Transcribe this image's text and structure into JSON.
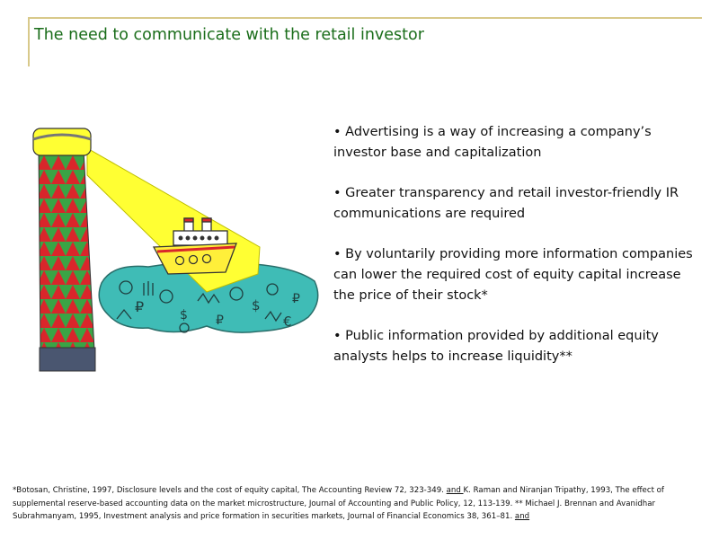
{
  "slide": {
    "title": "The need to communicate with the retail investor",
    "bullets": [
      "• Advertising is a way of increasing a company’s investor base and capitalization",
      "• Greater transparency and retail investor-friendly IR communications are required",
      "• By voluntarily providing more information companies can lower the required cost of equity capital increase the price of their stock*",
      "• Public information provided by additional equity analysts helps to increase liquidity**"
    ],
    "footnote": {
      "part1": "*Botosan, Christine, 1997, Disclosure levels and the cost of equity capital, The Accounting Review 72, 323-349. ",
      "and1": "and ",
      "part2": "K. Raman and Niranjan Tripathy, 1993, The effect of supplemental reserve-based accounting data on the market microstructure, Journal of Accounting and Public Policy, 12, 113-139. **  Michael J. Brennan and Avanidhar Subrahmanyam, 1995, Investment analysis and price formation in securities markets, Journal of Financial Economics 38, 361–81. ",
      "and2": "and"
    }
  },
  "colors": {
    "title": "#1a6d1a",
    "tower_red": "#d9262b",
    "tower_green": "#3aa445",
    "beam": "#ffff33",
    "sea": "#3fbcb6",
    "frame": "#d8c98a"
  },
  "illustration": {
    "subject": "lighthouse-beam-on-ship-in-sea-of-currency-symbols"
  }
}
